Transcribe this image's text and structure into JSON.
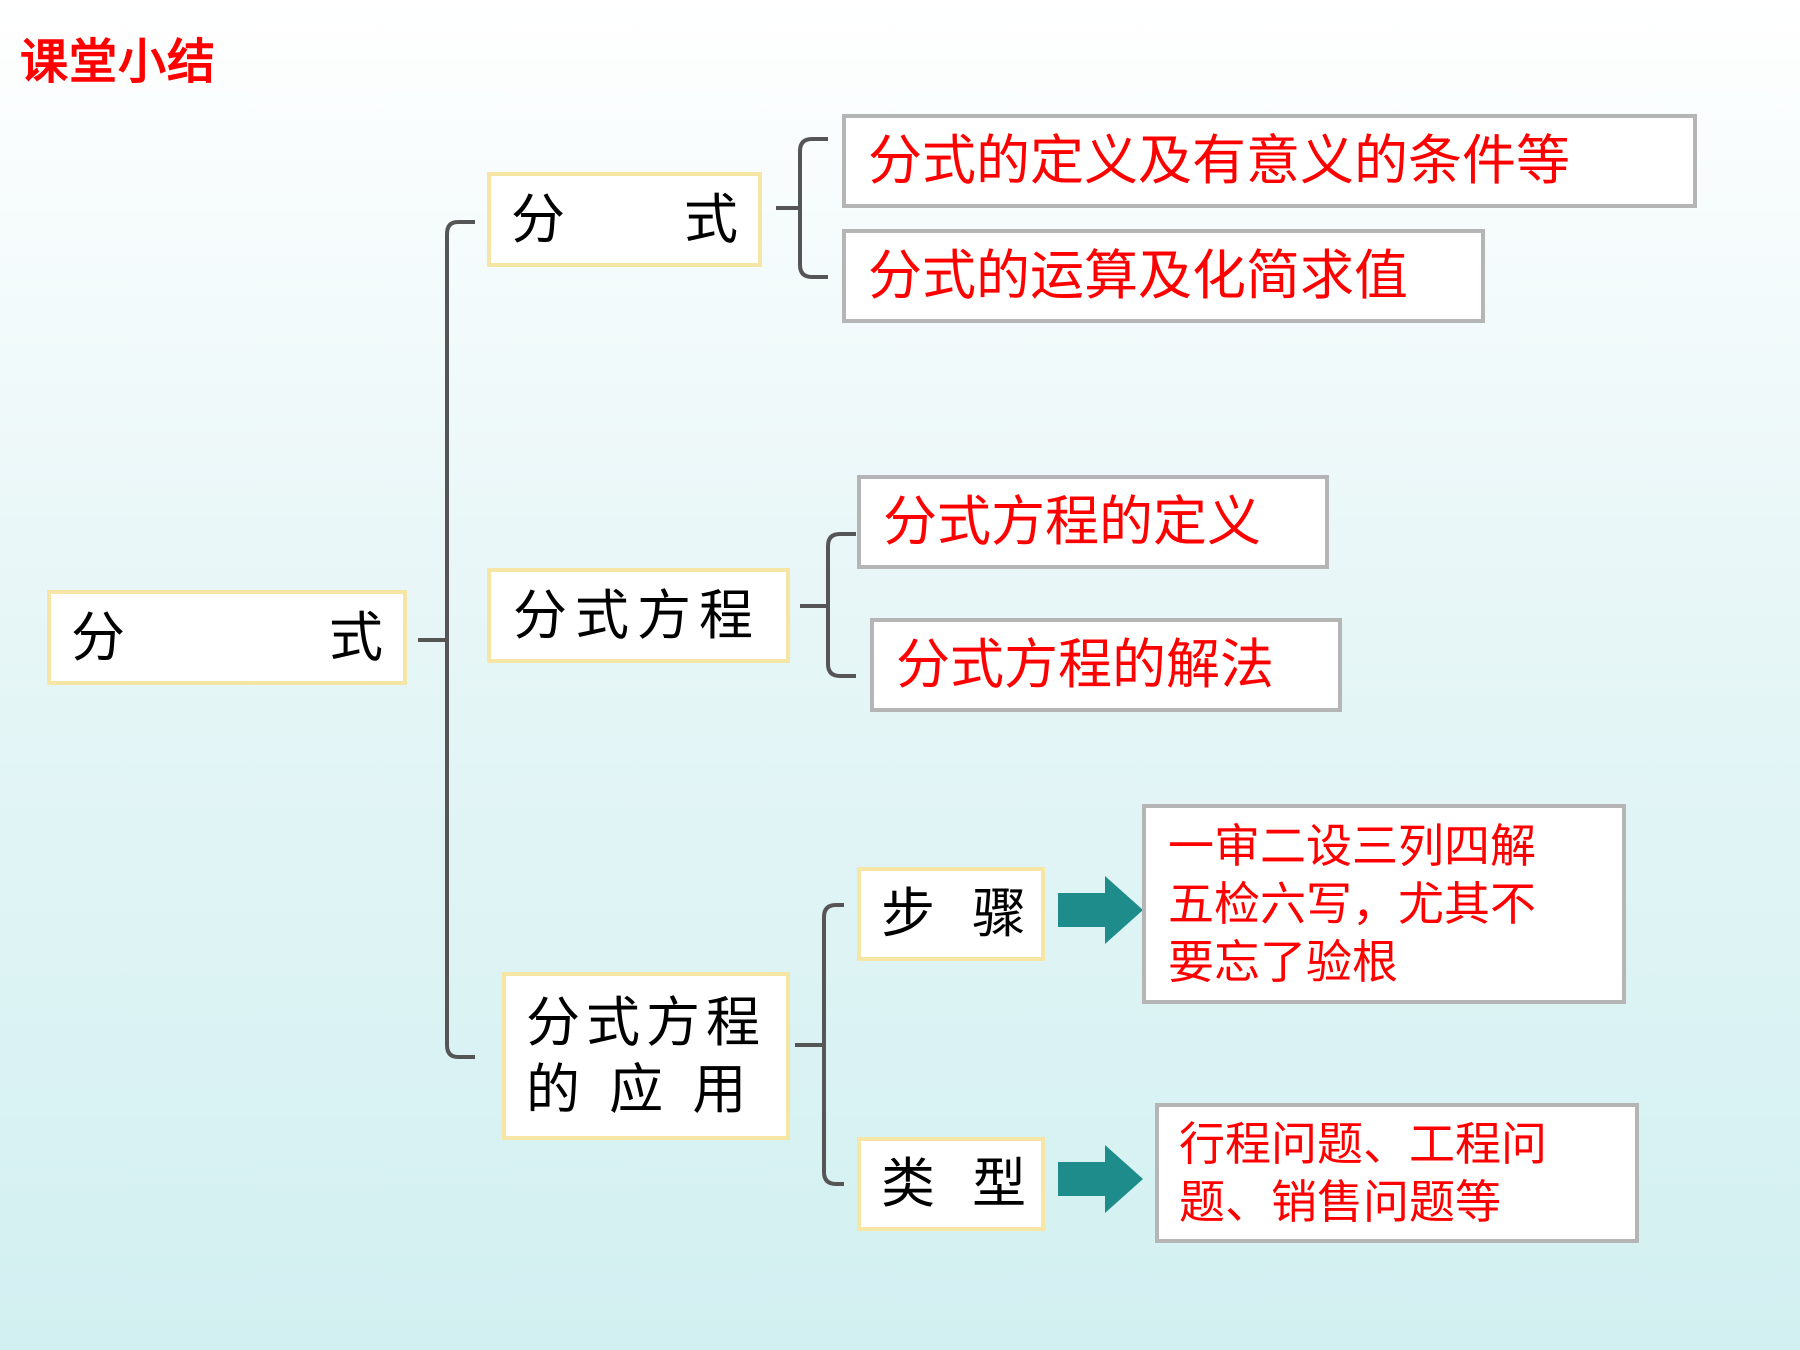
{
  "title": "课堂小结",
  "root": {
    "left": "分",
    "right": "式"
  },
  "branches": {
    "fenshi": {
      "label_left": "分",
      "label_right": "式",
      "items": [
        "分式的定义及有意义的条件等",
        "分式的运算及化简求值"
      ]
    },
    "fangcheng": {
      "label": "分式方程",
      "items": [
        "分式方程的定义",
        "分式方程的解法"
      ]
    },
    "yingyong": {
      "line1": "分式方程",
      "line2": "的 应 用",
      "steps": {
        "label": "步 骤",
        "detail": [
          "一审二设三列四解",
          "五检六写，尤其不",
          "要忘了验根"
        ]
      },
      "types": {
        "label": "类 型",
        "detail": [
          "行程问题、工程问",
          "题、销售问题等"
        ]
      }
    }
  },
  "colors": {
    "accent_text": "#ff0000",
    "arrow": "#1f8c8c",
    "bracket": "#555555",
    "yellow_border": "#f5e6a6",
    "gray_border": "#b5b5b5"
  }
}
